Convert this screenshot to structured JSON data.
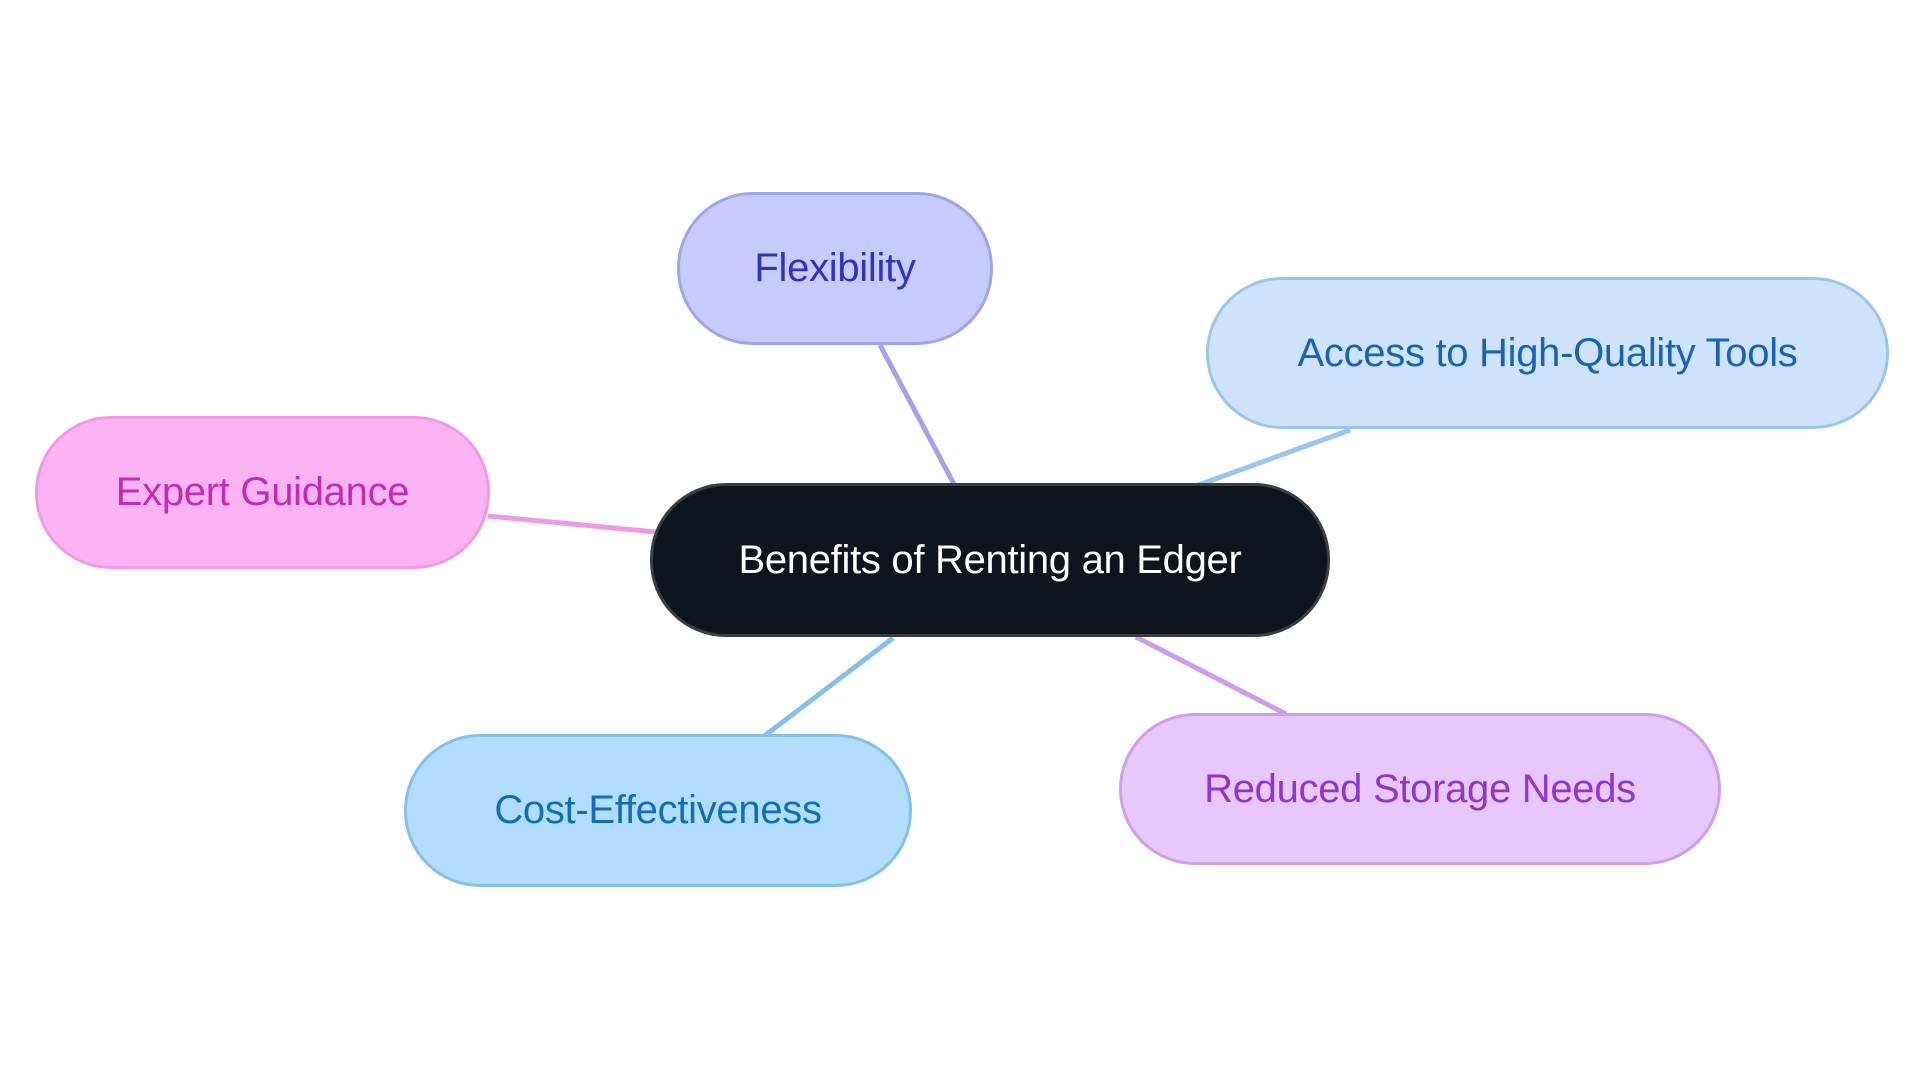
{
  "diagram": {
    "type": "mindmap",
    "root": {
      "label": "Benefits of Renting an Edger",
      "fill": "#0D141B",
      "border": "#3A3D42",
      "text": "#FFFFFF"
    },
    "branches": [
      {
        "id": "flex",
        "label": "Flexibility",
        "fill": "#C8CBFE",
        "border": "#A0A4EE",
        "text": "#3232BE",
        "edge": "#A0A4EE"
      },
      {
        "id": "access",
        "label": "Access to High-Quality Tools",
        "fill": "#CFE4FC",
        "border": "#9CC5EE",
        "text": "#1763B8",
        "edge": "#9CC5EE"
      },
      {
        "id": "expert",
        "label": "Expert Guidance",
        "fill": "#FCB3F3",
        "border": "#F09AE4",
        "text": "#C42BB3",
        "edge": "#F09AE4"
      },
      {
        "id": "cost",
        "label": "Cost-Effectiveness",
        "fill": "#B2DDFC",
        "border": "#84C0EA",
        "text": "#0E70B8",
        "edge": "#84C0EA"
      },
      {
        "id": "storage",
        "label": "Reduced Storage Needs",
        "fill": "#E8C8FC",
        "border": "#CC9EEE",
        "text": "#9136CC",
        "edge": "#CC9EEE"
      }
    ]
  }
}
